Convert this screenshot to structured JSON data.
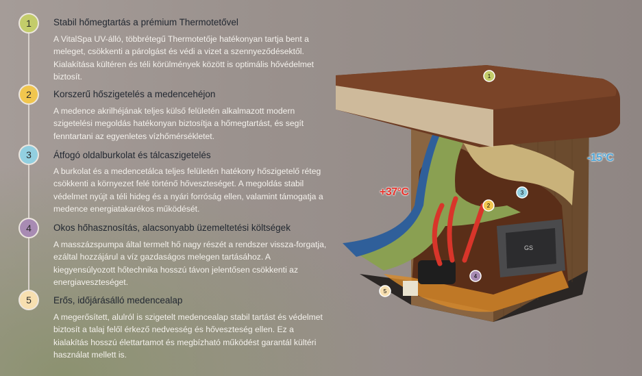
{
  "features": [
    {
      "number": "1",
      "color": "#c3cc6a",
      "title": "Stabil hőmegtartás a prémium Thermotetővel",
      "text": "A VitalSpa UV-álló, többrétegű Thermotetője hatékonyan tartja bent a meleget, csökkenti a párolgást és védi a vizet a szennyeződésektől. Kialakítása kültéren és téli körülmények között is optimális hővédelmet biztosít."
    },
    {
      "number": "2",
      "color": "#f1c64e",
      "title": "Korszerű hőszigetelés a medencehéjon",
      "text": "A medence akrilhéjának teljes külső felületén alkalmazott modern szigetelési megoldás hatékonyan biztosítja a hőmegtartást, és segít fenntartani az egyenletes vízhőmérsékletet."
    },
    {
      "number": "3",
      "color": "#92cfe0",
      "title": "Átfogó oldalburkolat és tálcaszigetelés",
      "text": "A burkolat és a medencetálca teljes felületén hatékony hőszigetelő réteg csökkenti a környezet felé történő hőveszteséget. A megoldás stabil védelmet nyújt a téli hideg és a nyári forróság ellen, valamint támogatja a medence energiatakarékos működését."
    },
    {
      "number": "4",
      "color": "#a88bb3",
      "title": "Okos hőhasznosítás, alacsonyabb üzemeltetési költségek",
      "text": "A masszázspumpa által termelt hő nagy részét a rendszer vissza-forgatja, ezáltal hozzájárul a víz gazdaságos melegen tartásához. A kiegyensúlyozott hőtechnika hosszú távon jelentősen csökkenti az energiaveszteséget."
    },
    {
      "number": "5",
      "color": "#f7dfb0",
      "title": "Erős, időjárásálló medencealap",
      "text": "A megerősített, alulról is szigetelt medencealap stabil tartást és védelmet biztosít a talaj felől érkező nedvesség és hőveszteség ellen. Ez a kialakítás hosszú élettartamot és megbízható működést garantál kültéri használat mellett is."
    }
  ],
  "illustration": {
    "inside_temp": "+37°C",
    "inside_color": "#e8322b",
    "outside_temp": "-15°C",
    "outside_color": "#4fa6d8",
    "control_box_label": "GS"
  }
}
